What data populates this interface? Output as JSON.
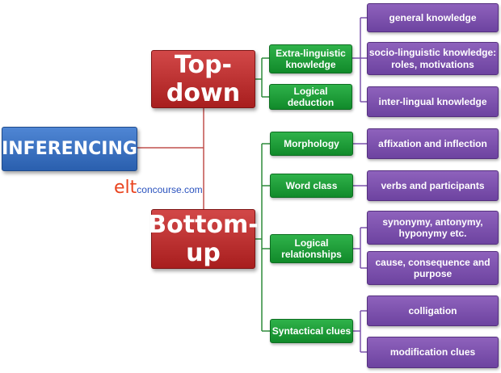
{
  "root": {
    "label": "INFERENCING"
  },
  "branches": {
    "top_down": "Top-down",
    "bottom_up": "Bottom-up"
  },
  "logo": {
    "elt": "elt",
    "rest": "concourse.com"
  },
  "top_down": {
    "extra_linguistic": "Extra-linguistic knowledge",
    "logical_deduction": "Logical deduction",
    "general_knowledge": "general knowledge",
    "socio_linguistic": "socio-linguistic knowledge: roles, motivations",
    "inter_lingual": "inter-lingual knowledge"
  },
  "bottom_up": {
    "morphology": "Morphology",
    "affixation": "affixation and inflection",
    "word_class": "Word class",
    "verbs_participants": "verbs and participants",
    "logical_relationships": "Logical relationships",
    "synonymy": "synonymy, antonymy, hyponymy etc.",
    "cause": "cause, consequence and purpose",
    "syntactical": "Syntactical clues",
    "colligation": "colligation",
    "modification": "modification clues"
  },
  "colors": {
    "root": "#2a5fae",
    "branch": "#b22222",
    "category": "#118a2a",
    "leaf": "#6d43a0",
    "connector_red": "#c0504d",
    "connector_green": "#2e8b3a",
    "connector_purple": "#7b52ab"
  }
}
